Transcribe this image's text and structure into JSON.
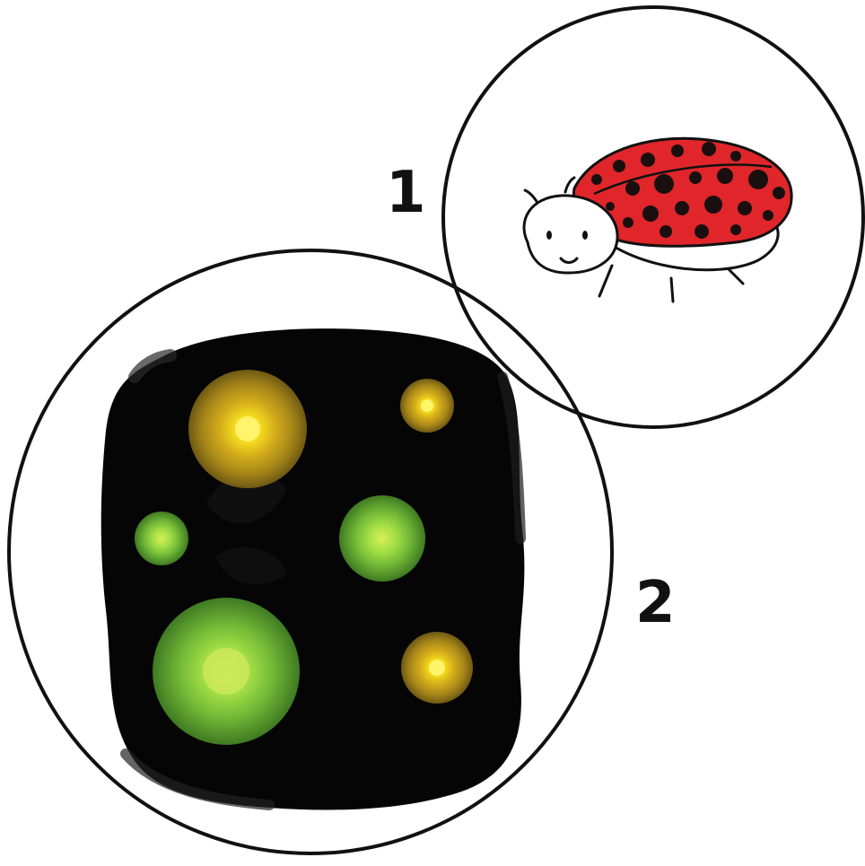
{
  "labels": {
    "panel_1": "1",
    "panel_2": "2"
  },
  "colors": {
    "outline": "#111111",
    "background": "#ffffff",
    "ladybug_shell": "#e0262a",
    "ladybug_spot": "#1a0f0f",
    "night_sky": "#050505",
    "glow_yellow": "#f2d21c",
    "glow_yellow_outer": "#8a6d12",
    "glow_green": "#a6e046",
    "glow_green_outer": "#3f7a22"
  },
  "icons": {
    "panel_1_subject": "ladybug-icon",
    "panel_2_subject": "fireflies-at-night"
  }
}
